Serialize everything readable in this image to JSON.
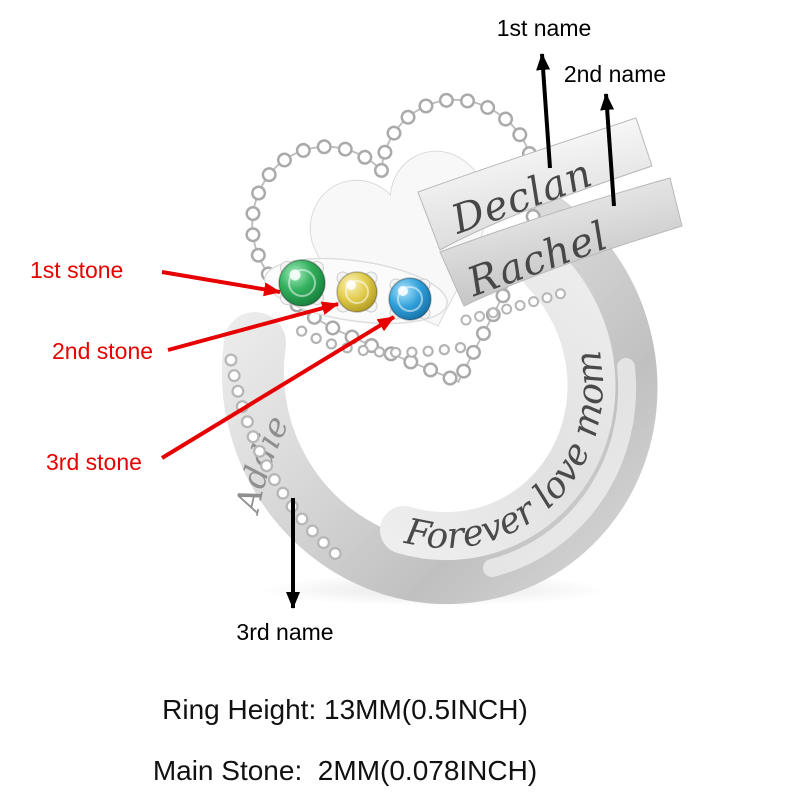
{
  "annotations": {
    "name1": "1st name",
    "name2": "2nd name",
    "name3": "3rd name",
    "stone1": "1st stone",
    "stone2": "2nd stone",
    "stone3": "3rd stone",
    "name_arrow_color": "#000000",
    "stone_arrow_color": "#e60000"
  },
  "engravings": {
    "name1": "Declan",
    "name2": "Rachel",
    "name3": "Addie",
    "inner_message": "Forever love mom"
  },
  "stones": [
    {
      "position": "1st",
      "color_name": "green",
      "hex": "#1f9a4c"
    },
    {
      "position": "2nd",
      "color_name": "yellow",
      "hex": "#d9c53f"
    },
    {
      "position": "3rd",
      "color_name": "blue",
      "hex": "#2b9fd8"
    }
  ],
  "specs": {
    "ring_height": "Ring Height: 13MM(0.5INCH)",
    "main_stone": "Main Stone:  2MM(0.078INCH)"
  }
}
